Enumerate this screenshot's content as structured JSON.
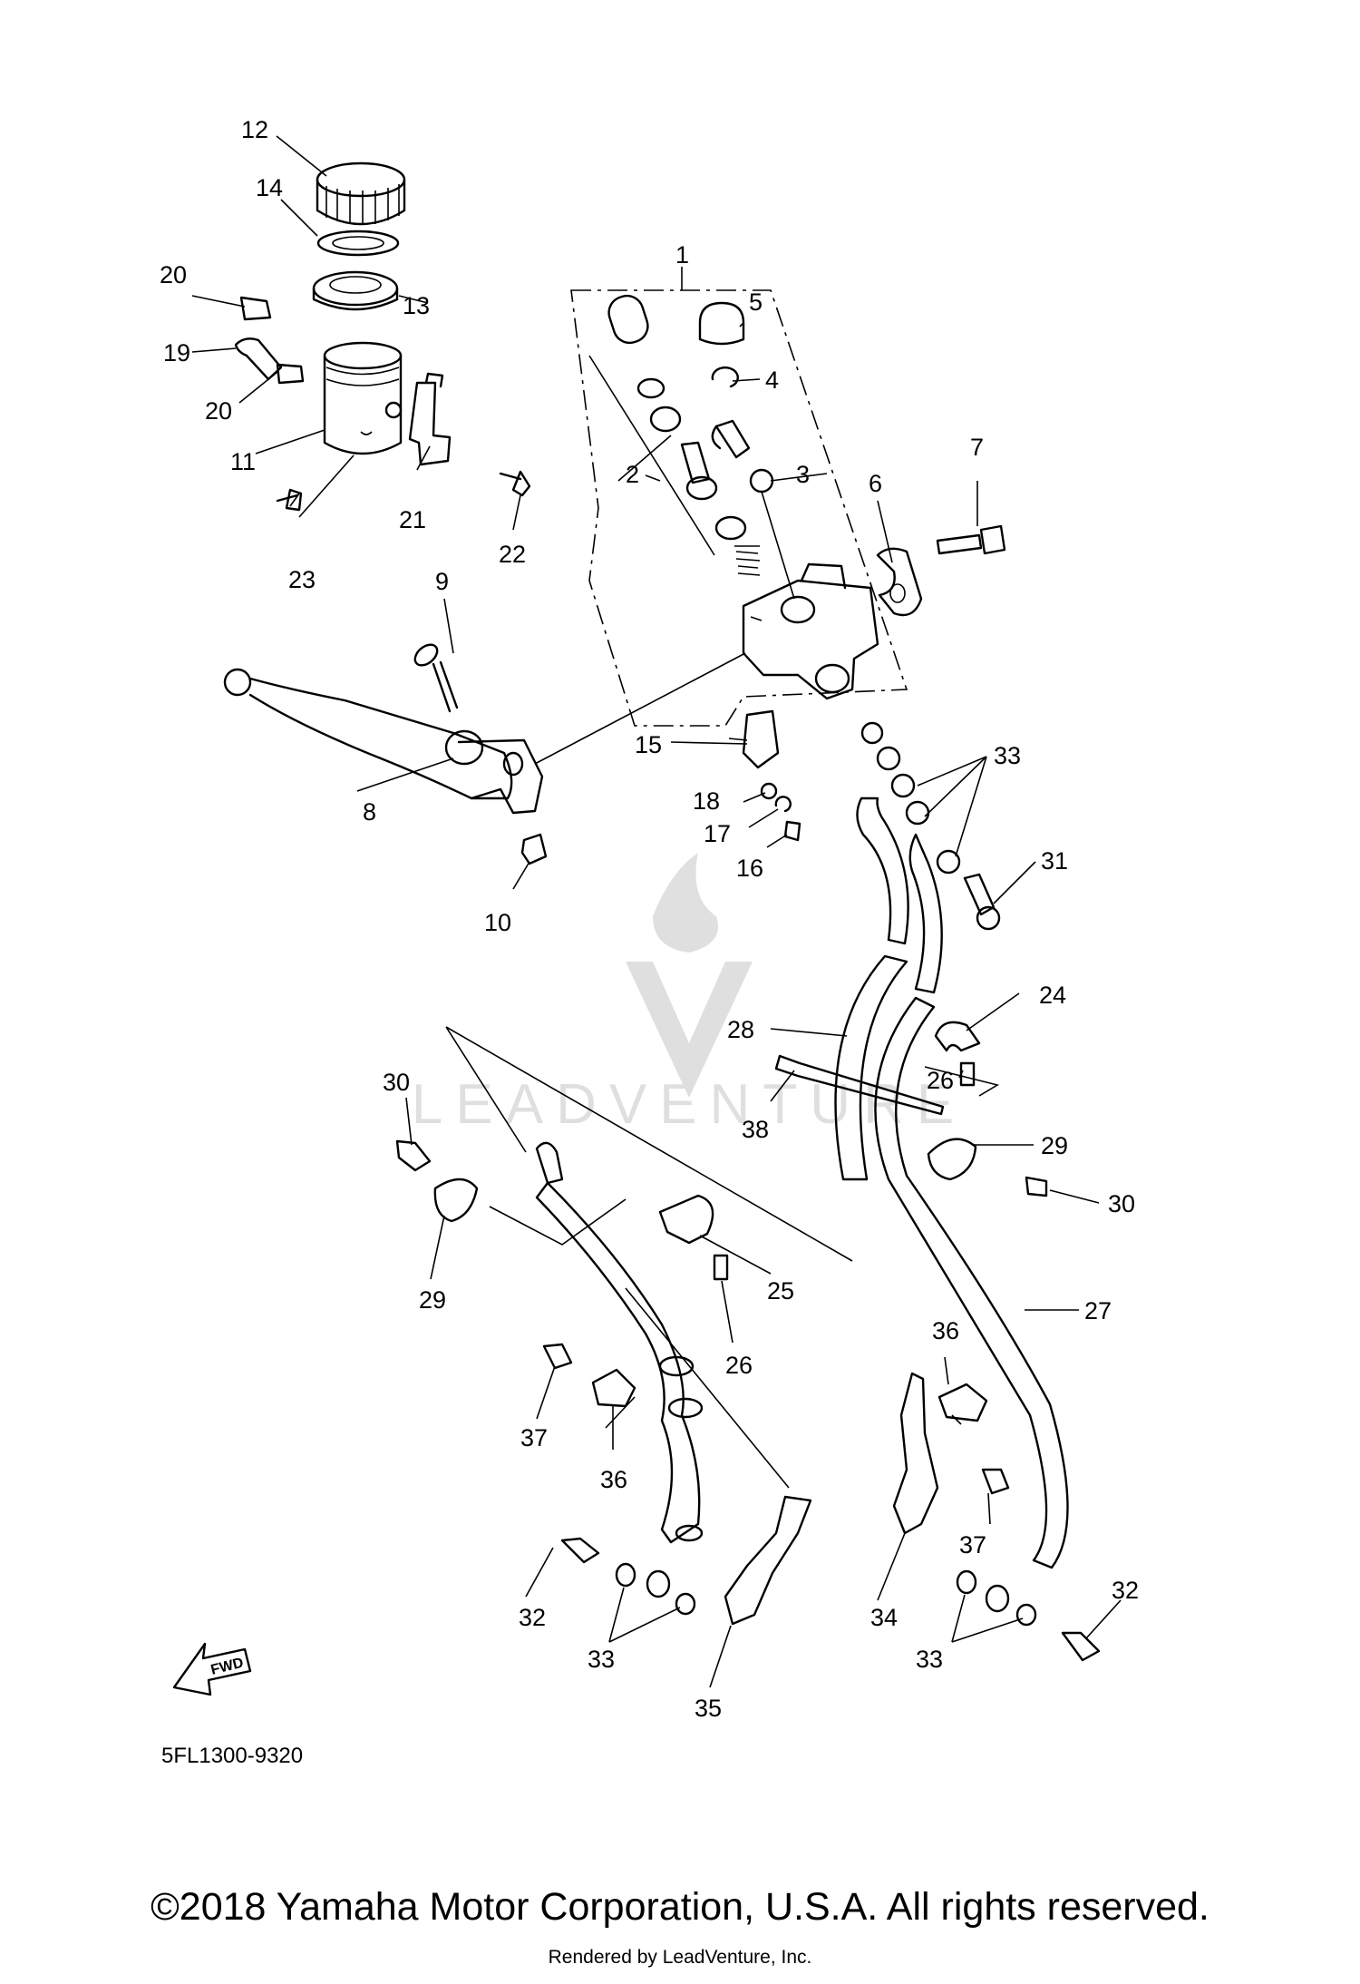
{
  "diagram": {
    "callouts": [
      "1",
      "2",
      "3",
      "4",
      "5",
      "6",
      "7",
      "8",
      "9",
      "10",
      "11",
      "12",
      "13",
      "14",
      "15",
      "16",
      "17",
      "18",
      "19",
      "20",
      "20",
      "21",
      "22",
      "23",
      "24",
      "25",
      "26",
      "26",
      "27",
      "28",
      "29",
      "29",
      "30",
      "30",
      "31",
      "32",
      "32",
      "33",
      "33",
      "33",
      "34",
      "35",
      "36",
      "36",
      "37",
      "37",
      "38"
    ],
    "drawing_code": "5FL1300-9320",
    "fwd_label": "FWD",
    "watermark": "LEADVENTURE"
  },
  "footer": {
    "copyright": "©2018 Yamaha Motor Corporation, U.S.A. All rights reserved.",
    "rendered_by": "Rendered by LeadVenture, Inc."
  }
}
